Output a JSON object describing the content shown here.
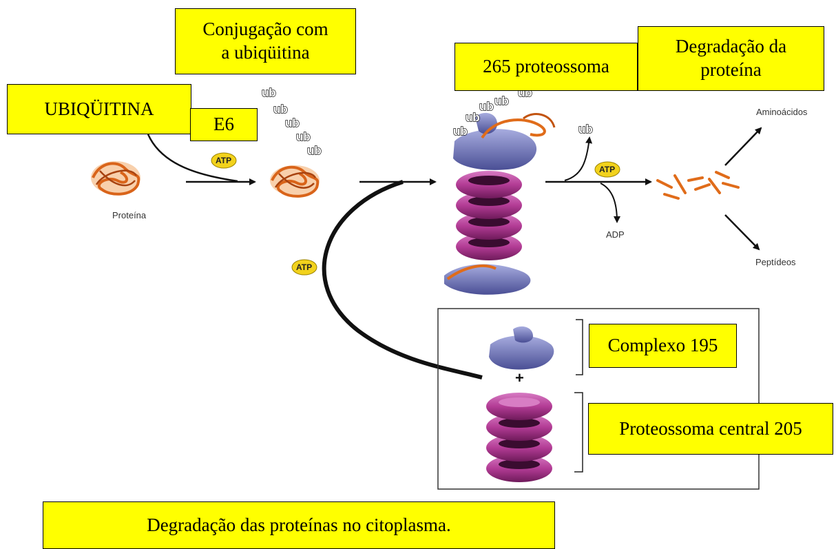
{
  "labels": {
    "conjugation": "Conjugação com\na ubiqüitina",
    "ubiquitin": "UBIQÜITINA",
    "e6": "E6",
    "proteasome_26s": "265 proteossoma",
    "protein_degradation": "Degradação da\nproteína",
    "complex_19s": "Complexo 195",
    "core_20s": "Proteossoma central 205",
    "caption": "Degradação das proteínas no citoplasma."
  },
  "figure": {
    "protein": "Proteína",
    "amino_acids": "Aminoácidos",
    "peptides": "Peptídeos",
    "adp": "ADP",
    "atp": "ATP",
    "ub": "ub",
    "plus": "+"
  },
  "colors": {
    "label_box": "#ffff00",
    "protein": "#e06c1a",
    "proteasome_cap": "#6b72b8",
    "proteasome_ring": "#b33c95",
    "atp_badge": "#f2d21c"
  }
}
